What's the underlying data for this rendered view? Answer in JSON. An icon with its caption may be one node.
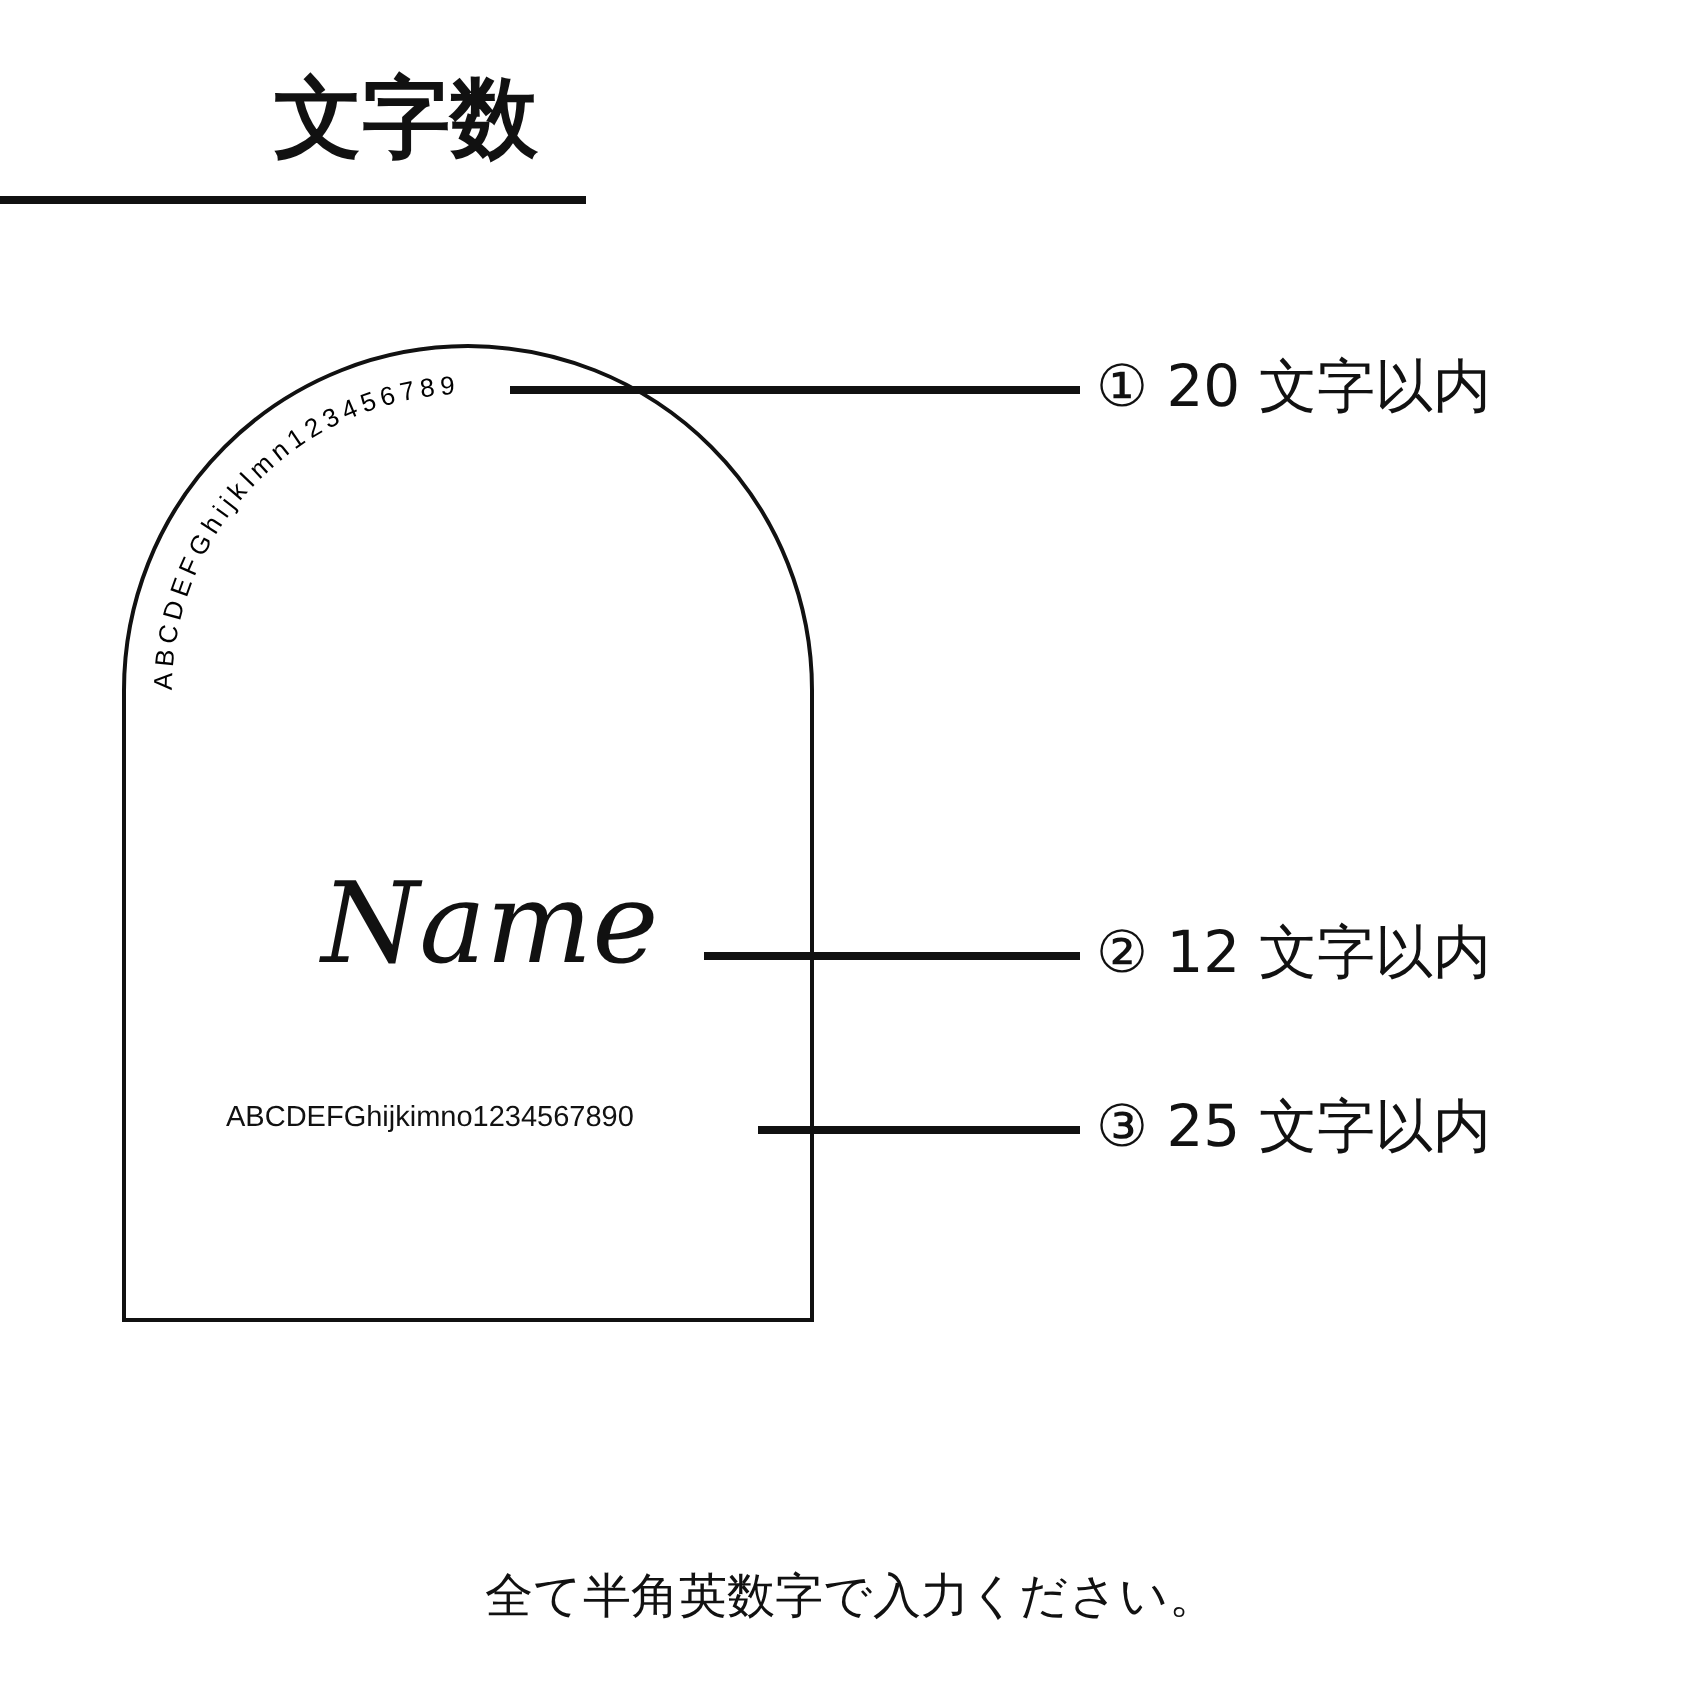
{
  "diagram": {
    "title": "文字数",
    "caption": "全て半角英数字で入力ください。",
    "nodes": [
      {
        "text": [],
        "shape": "arch"
      },
      {
        "text": [
          "ABCDEFGhijklmn123456789"
        ],
        "in": 0
      },
      {
        "text": [
          "Name"
        ],
        "in": 0
      },
      {
        "text": [
          "ABCDEFGhijkimno1234567890"
        ],
        "in": 0
      },
      {
        "text": [
          "① 20 文字以内"
        ]
      },
      {
        "text": [
          "② 12 文字以内"
        ]
      },
      {
        "text": [
          "③ 25 文字以内"
        ]
      }
    ],
    "edges": [
      {
        "from": 1,
        "to": 4,
        "arrow": "none"
      },
      {
        "from": 2,
        "to": 5,
        "arrow": "none"
      },
      {
        "from": 3,
        "to": 6,
        "arrow": "none"
      }
    ]
  }
}
